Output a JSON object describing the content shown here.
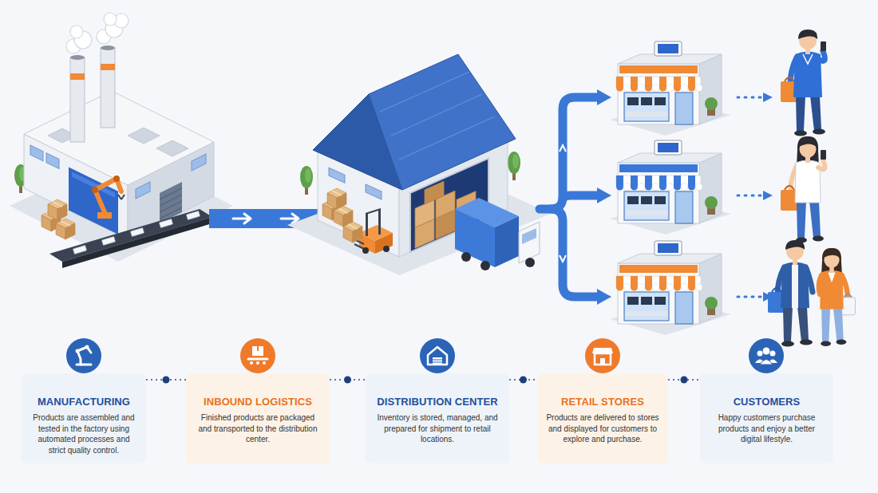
{
  "diagram": {
    "nodes": [
      {
        "text": [
          "MANUFACTURING",
          "Products are assembled and tested in the factory using automated processes and strict quality control."
        ]
      },
      {
        "text": [
          "INBOUND LOGISTICS",
          "Finished products are packaged and transported to the distribution center."
        ]
      },
      {
        "text": [
          "DISTRIBUTION CENTER",
          "Inventory is stored, managed, and prepared for shipment to retail locations."
        ]
      },
      {
        "text": [
          "RETAIL STORES",
          "Products are delivered to stores and displayed for customers to explore and purchase."
        ]
      },
      {
        "text": [
          "CUSTOMERS",
          "Happy customers purchase products and enjoy a better digital lifestyle."
        ]
      }
    ],
    "edges": [
      {
        "from": 0,
        "to": 1,
        "arrow": "none"
      },
      {
        "from": 1,
        "to": 2,
        "arrow": "none"
      },
      {
        "from": 2,
        "to": 3,
        "arrow": "none"
      },
      {
        "from": 3,
        "to": 4,
        "arrow": "none"
      }
    ]
  }
}
